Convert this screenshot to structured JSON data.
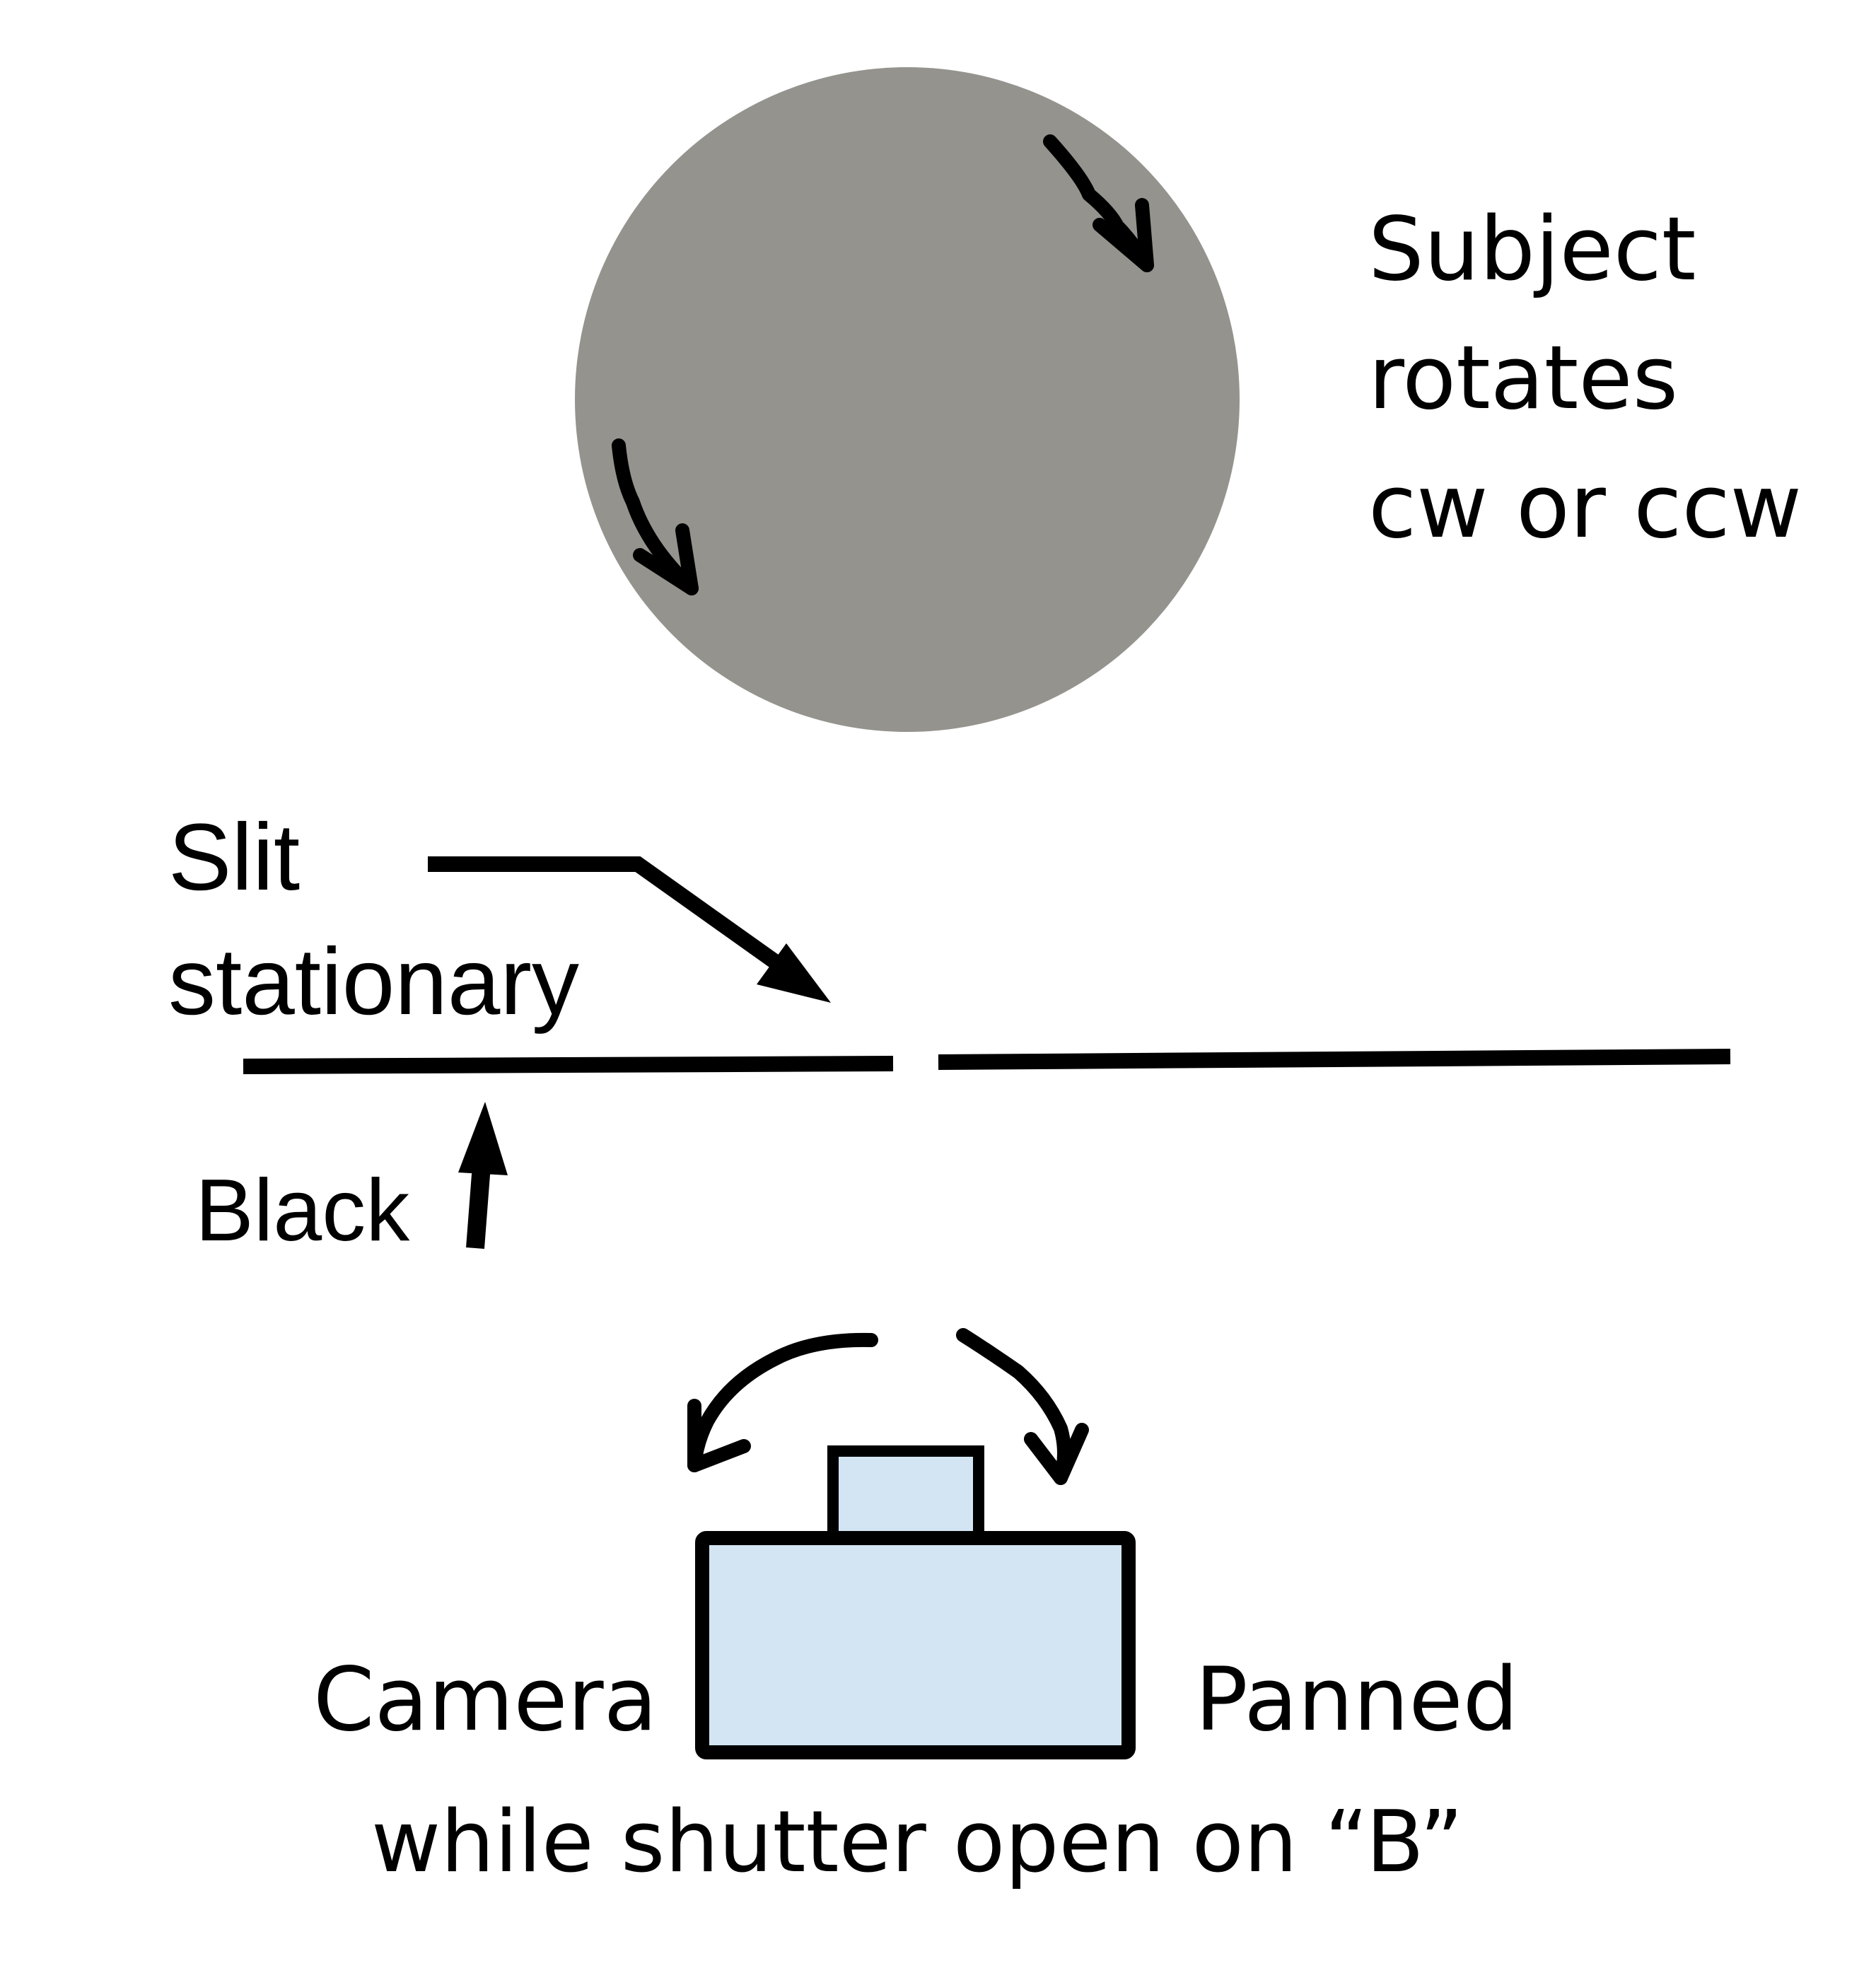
{
  "labels": {
    "subject": [
      "Subject",
      "rotates",
      "cw or ccw"
    ],
    "slit": [
      "Slit",
      "stationary"
    ],
    "black": "Black",
    "camera": "Camera",
    "panned": "Panned",
    "shutter": "while shutter open on “B”"
  },
  "colors": {
    "subject_disc": "#94938e",
    "camera_body": "#d3e5f3",
    "stroke": "#000000"
  },
  "icons": {
    "subject_rotation": "curved-arrow-icon",
    "slit_pointer": "arrow-icon",
    "black_pointer": "up-arrow-icon",
    "camera_pan": "double-curved-arrow-icon"
  }
}
